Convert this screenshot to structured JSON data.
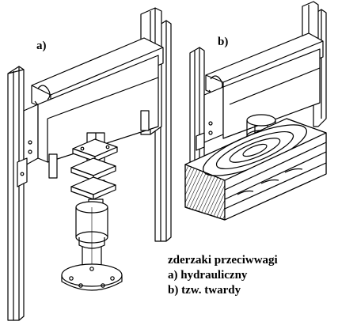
{
  "labels": {
    "a": "a)",
    "b": "b)"
  },
  "caption": {
    "title": "zderzaki przeciwwagi",
    "line_a": "a) hydrauliczny",
    "line_b": "b) tzw. twardy"
  },
  "icons": {
    "variant_a": "hydraulic-buffer",
    "variant_b": "solid-wood-buffer"
  }
}
